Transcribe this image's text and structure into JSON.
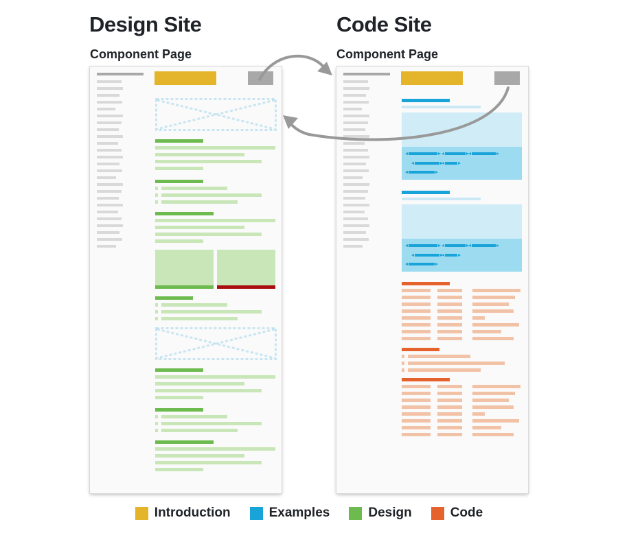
{
  "design_site": {
    "title": "Design Site",
    "subtitle": "Component Page"
  },
  "code_site": {
    "title": "Code Site",
    "subtitle": "Component Page"
  },
  "colors": {
    "introduction": "#e4b52a",
    "examples": "#18a3d9",
    "design": "#6dbb4e",
    "code": "#e5622c",
    "error": "#a80e0e",
    "sidebar": "#d9d9d9",
    "arrow": "#999999"
  },
  "legend": [
    {
      "key": "introduction",
      "label": "Introduction",
      "color": "#e4b52a"
    },
    {
      "key": "examples",
      "label": "Examples",
      "color": "#18a3d9"
    },
    {
      "key": "design",
      "label": "Design",
      "color": "#6dbb4e"
    },
    {
      "key": "code",
      "label": "Code",
      "color": "#e5622c"
    }
  ]
}
